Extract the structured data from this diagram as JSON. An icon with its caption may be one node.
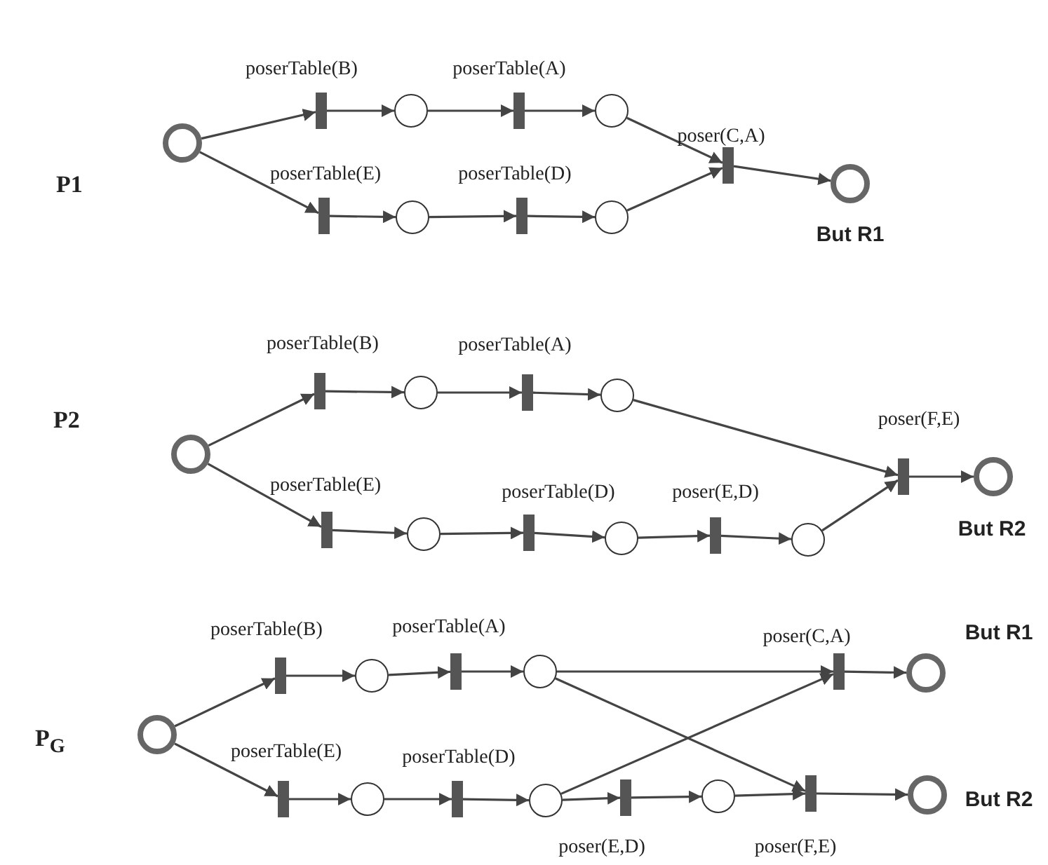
{
  "diagram": {
    "nodes": [
      {
        "text": [],
        "shape": "circle"
      },
      {
        "text": [],
        "shape": "bar",
        "beside": [
          "poserTable(B)"
        ]
      },
      {
        "text": [],
        "shape": "circle"
      },
      {
        "text": [],
        "shape": "bar",
        "beside": [
          "poserTable(A)"
        ]
      },
      {
        "text": [],
        "shape": "circle"
      },
      {
        "text": [],
        "shape": "bar",
        "beside": [
          "poserTable(E)"
        ]
      },
      {
        "text": [],
        "shape": "circle"
      },
      {
        "text": [],
        "shape": "bar",
        "beside": [
          "poserTable(D)"
        ]
      },
      {
        "text": [],
        "shape": "circle"
      },
      {
        "text": [],
        "shape": "bar",
        "beside": [
          "poser(C,A)"
        ]
      },
      {
        "text": [],
        "shape": "circle",
        "beside": [
          "But R1"
        ]
      },
      {
        "text": [],
        "shape": "circle"
      },
      {
        "text": [],
        "shape": "bar",
        "beside": [
          "poserTable(B)"
        ]
      },
      {
        "text": [],
        "shape": "circle"
      },
      {
        "text": [],
        "shape": "bar",
        "beside": [
          "poserTable(A)"
        ]
      },
      {
        "text": [],
        "shape": "circle"
      },
      {
        "text": [],
        "shape": "bar",
        "beside": [
          "poserTable(E)"
        ]
      },
      {
        "text": [],
        "shape": "circle"
      },
      {
        "text": [],
        "shape": "bar",
        "beside": [
          "poserTable(D)"
        ]
      },
      {
        "text": [],
        "shape": "circle"
      },
      {
        "text": [],
        "shape": "bar",
        "beside": [
          "poser(E,D)"
        ]
      },
      {
        "text": [],
        "shape": "circle"
      },
      {
        "text": [],
        "shape": "bar",
        "beside": [
          "poser(F,E)"
        ]
      },
      {
        "text": [],
        "shape": "circle",
        "beside": [
          "But R2"
        ]
      },
      {
        "text": [],
        "shape": "circle"
      },
      {
        "text": [],
        "shape": "bar",
        "beside": [
          "poserTable(B)"
        ]
      },
      {
        "text": [],
        "shape": "circle"
      },
      {
        "text": [],
        "shape": "bar",
        "beside": [
          "poserTable(A)"
        ]
      },
      {
        "text": [],
        "shape": "circle"
      },
      {
        "text": [],
        "shape": "bar",
        "beside": [
          "poser(C,A)"
        ]
      },
      {
        "text": [],
        "shape": "circle",
        "beside": [
          "But R1"
        ]
      },
      {
        "text": [],
        "shape": "bar",
        "beside": [
          "poserTable(E)"
        ]
      },
      {
        "text": [],
        "shape": "circle"
      },
      {
        "text": [],
        "shape": "bar",
        "beside": [
          "poserTable(D)"
        ]
      },
      {
        "text": [],
        "shape": "circle"
      },
      {
        "text": [],
        "shape": "bar",
        "beside": [
          "poser(E,D)"
        ]
      },
      {
        "text": [],
        "shape": "circle"
      },
      {
        "text": [],
        "shape": "bar",
        "beside": [
          "poser(F,E)"
        ]
      },
      {
        "text": [],
        "shape": "circle",
        "beside": [
          "But R2"
        ]
      }
    ],
    "edges": [
      {
        "from": 0,
        "to": 1,
        "arrow": "to"
      },
      {
        "from": 1,
        "to": 2,
        "arrow": "to"
      },
      {
        "from": 2,
        "to": 3,
        "arrow": "to"
      },
      {
        "from": 3,
        "to": 4,
        "arrow": "to"
      },
      {
        "from": 4,
        "to": 9,
        "arrow": "to"
      },
      {
        "from": 0,
        "to": 5,
        "arrow": "to"
      },
      {
        "from": 5,
        "to": 6,
        "arrow": "to"
      },
      {
        "from": 6,
        "to": 7,
        "arrow": "to"
      },
      {
        "from": 7,
        "to": 8,
        "arrow": "to"
      },
      {
        "from": 8,
        "to": 9,
        "arrow": "to"
      },
      {
        "from": 9,
        "to": 10,
        "arrow": "to"
      },
      {
        "from": 11,
        "to": 12,
        "arrow": "to"
      },
      {
        "from": 12,
        "to": 13,
        "arrow": "to"
      },
      {
        "from": 13,
        "to": 14,
        "arrow": "to"
      },
      {
        "from": 14,
        "to": 15,
        "arrow": "to"
      },
      {
        "from": 15,
        "to": 22,
        "arrow": "to"
      },
      {
        "from": 11,
        "to": 16,
        "arrow": "to"
      },
      {
        "from": 16,
        "to": 17,
        "arrow": "to"
      },
      {
        "from": 17,
        "to": 18,
        "arrow": "to"
      },
      {
        "from": 18,
        "to": 19,
        "arrow": "to"
      },
      {
        "from": 19,
        "to": 20,
        "arrow": "to"
      },
      {
        "from": 20,
        "to": 21,
        "arrow": "to"
      },
      {
        "from": 21,
        "to": 22,
        "arrow": "to"
      },
      {
        "from": 22,
        "to": 23,
        "arrow": "to"
      },
      {
        "from": 24,
        "to": 25,
        "arrow": "to"
      },
      {
        "from": 25,
        "to": 26,
        "arrow": "to"
      },
      {
        "from": 26,
        "to": 27,
        "arrow": "to"
      },
      {
        "from": 27,
        "to": 28,
        "arrow": "to"
      },
      {
        "from": 28,
        "to": 29,
        "arrow": "to"
      },
      {
        "from": 29,
        "to": 30,
        "arrow": "to"
      },
      {
        "from": 28,
        "to": 37,
        "arrow": "to"
      },
      {
        "from": 24,
        "to": 31,
        "arrow": "to"
      },
      {
        "from": 31,
        "to": 32,
        "arrow": "to"
      },
      {
        "from": 32,
        "to": 33,
        "arrow": "to"
      },
      {
        "from": 33,
        "to": 34,
        "arrow": "to"
      },
      {
        "from": 34,
        "to": 29,
        "arrow": "to"
      },
      {
        "from": 34,
        "to": 35,
        "arrow": "to"
      },
      {
        "from": 35,
        "to": 36,
        "arrow": "to"
      },
      {
        "from": 36,
        "to": 37,
        "arrow": "to"
      },
      {
        "from": 37,
        "to": 38,
        "arrow": "to"
      }
    ],
    "labels": [
      "P1",
      "P2",
      "P$_{G}$"
    ]
  }
}
